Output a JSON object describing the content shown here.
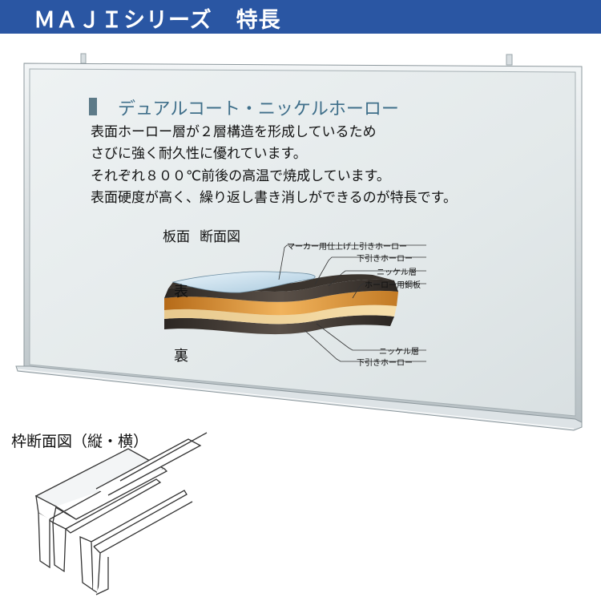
{
  "header": {
    "series": "ＭＡＪＩシリーズ",
    "title": "特長"
  },
  "board": {
    "feature_heading": "デュアルコート・ニッケルホーロー",
    "feature_lines": [
      "表面ホーロー層が２層構造を形成しているため",
      "さびに強く耐久性に優れています。",
      "それぞれ８００℃前後の高温で焼成しています。",
      "表面硬度が高く、繰り返し書き消しができるのが特長です。"
    ],
    "cross_section": {
      "label": "板面",
      "label2": "断面図",
      "front_label": "表",
      "back_label": "裏",
      "top_callouts": [
        "マーカー用仕上げ上引きホーロー",
        "下引きホーロー",
        "ニッケル層",
        "ホーロー用鋼板"
      ],
      "bottom_callouts": [
        "ニッケル層",
        "下引きホーロー"
      ]
    }
  },
  "frame_section": {
    "title": "枠断面図（縦・横）"
  },
  "colors": {
    "header_bg": "#2a56a3",
    "board_surface": "#e4ebec",
    "frame": "#c9d1d5",
    "heading_accent": "#3f6f8a"
  }
}
